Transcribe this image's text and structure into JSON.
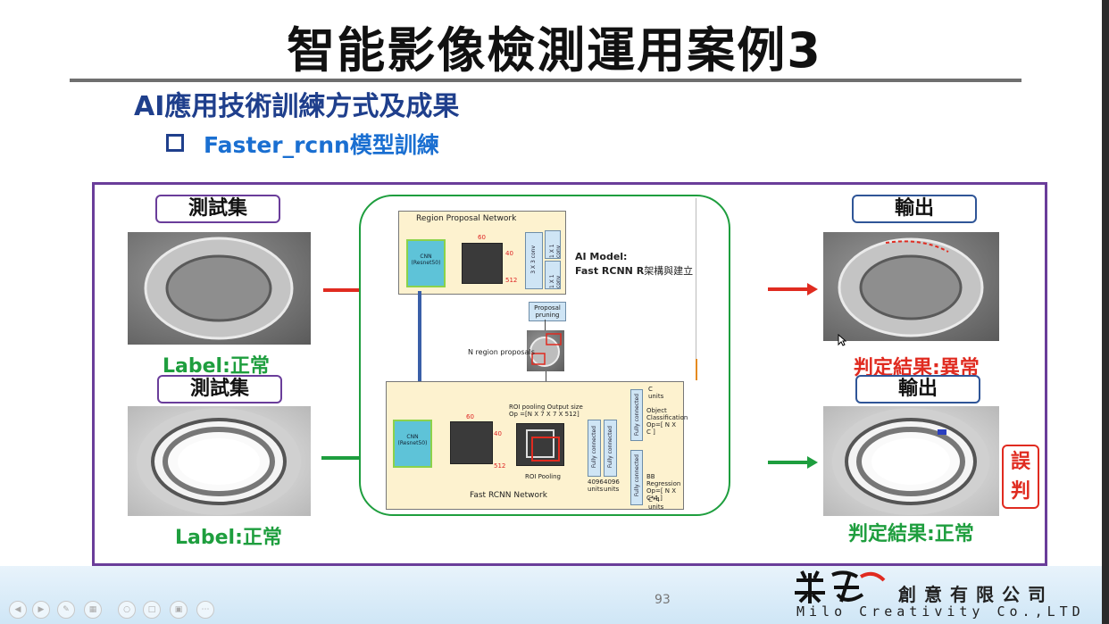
{
  "slide": {
    "title": "智能影像檢測運用案例3",
    "subtitle": "AI應用技術訓練方式及成果",
    "bullet": "Faster_rcnn模型訓練",
    "page_number": "93"
  },
  "left": {
    "top_box": "測試集",
    "top_label": "Label:正常",
    "bottom_box": "測試集",
    "bottom_label": "Label:正常"
  },
  "right": {
    "top_box": "輸出",
    "top_result": "判定結果:異常",
    "bottom_box": "輸出",
    "bottom_result": "判定結果:正常",
    "wrong_1": "誤",
    "wrong_2": "判"
  },
  "diagram": {
    "rpn_title": "Region Proposal Network",
    "cnn_label": "CNN (Resnet50)",
    "n60": "60",
    "n40": "40",
    "n512": "512",
    "conv3": "3 X 3 conv",
    "conv1a": "1 X 1 conv",
    "conv1b": "1 X 1 conv",
    "pruning": "Proposal pruning",
    "n_region": "N region proposals",
    "ai_model": "AI Model:",
    "ai_model_line2_bold": "Fast RCNN R",
    "ai_model_line2_rest": "架構與建立",
    "roi_size": "ROI pooling Output size Op =[N X 7 X 7 X 512]",
    "roi_pooling": "ROI Pooling",
    "fc": "Fully connected",
    "units4096": "4096 units",
    "c_units": "C units",
    "obj_class": "Object Classification Op=[ N X C ]",
    "bb_reg": "BB Regression Op=[ N X C*4 ]",
    "c4_units": "C*4 units",
    "fast_title": "Fast RCNN Network"
  },
  "logo": {
    "cn": "創意有限公司",
    "en": "Milo Creativity Co.,LTD"
  },
  "colors": {
    "frame": "#6a3d9a",
    "green": "#1e9e3e",
    "red": "#e02b20",
    "title_blue": "#1f3f8c",
    "bullet_blue": "#1a6fd1"
  },
  "toolbar_icons": [
    "prev-icon",
    "next-icon",
    "pen-icon",
    "slides-icon",
    "search-icon",
    "zoom-icon",
    "display-icon",
    "more-icon"
  ]
}
